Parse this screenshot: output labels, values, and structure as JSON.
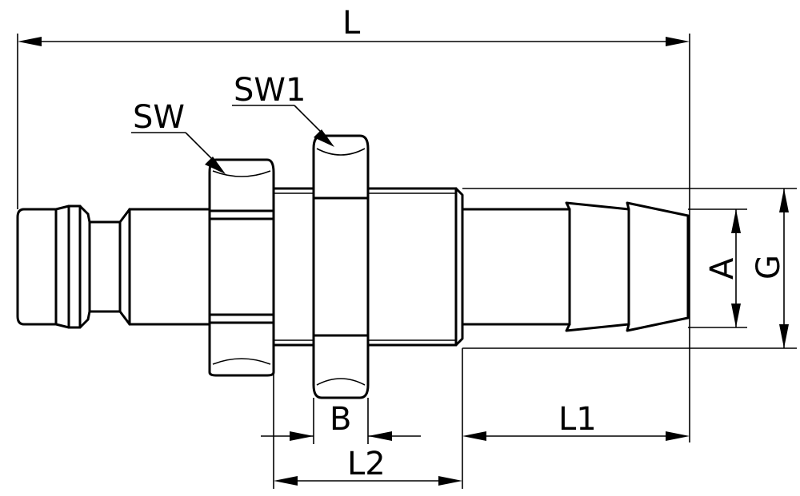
{
  "labels": {
    "L": "L",
    "SW": "SW",
    "SW1": "SW1",
    "A": "A",
    "G": "G",
    "B": "B",
    "L1": "L1",
    "L2": "L2"
  }
}
